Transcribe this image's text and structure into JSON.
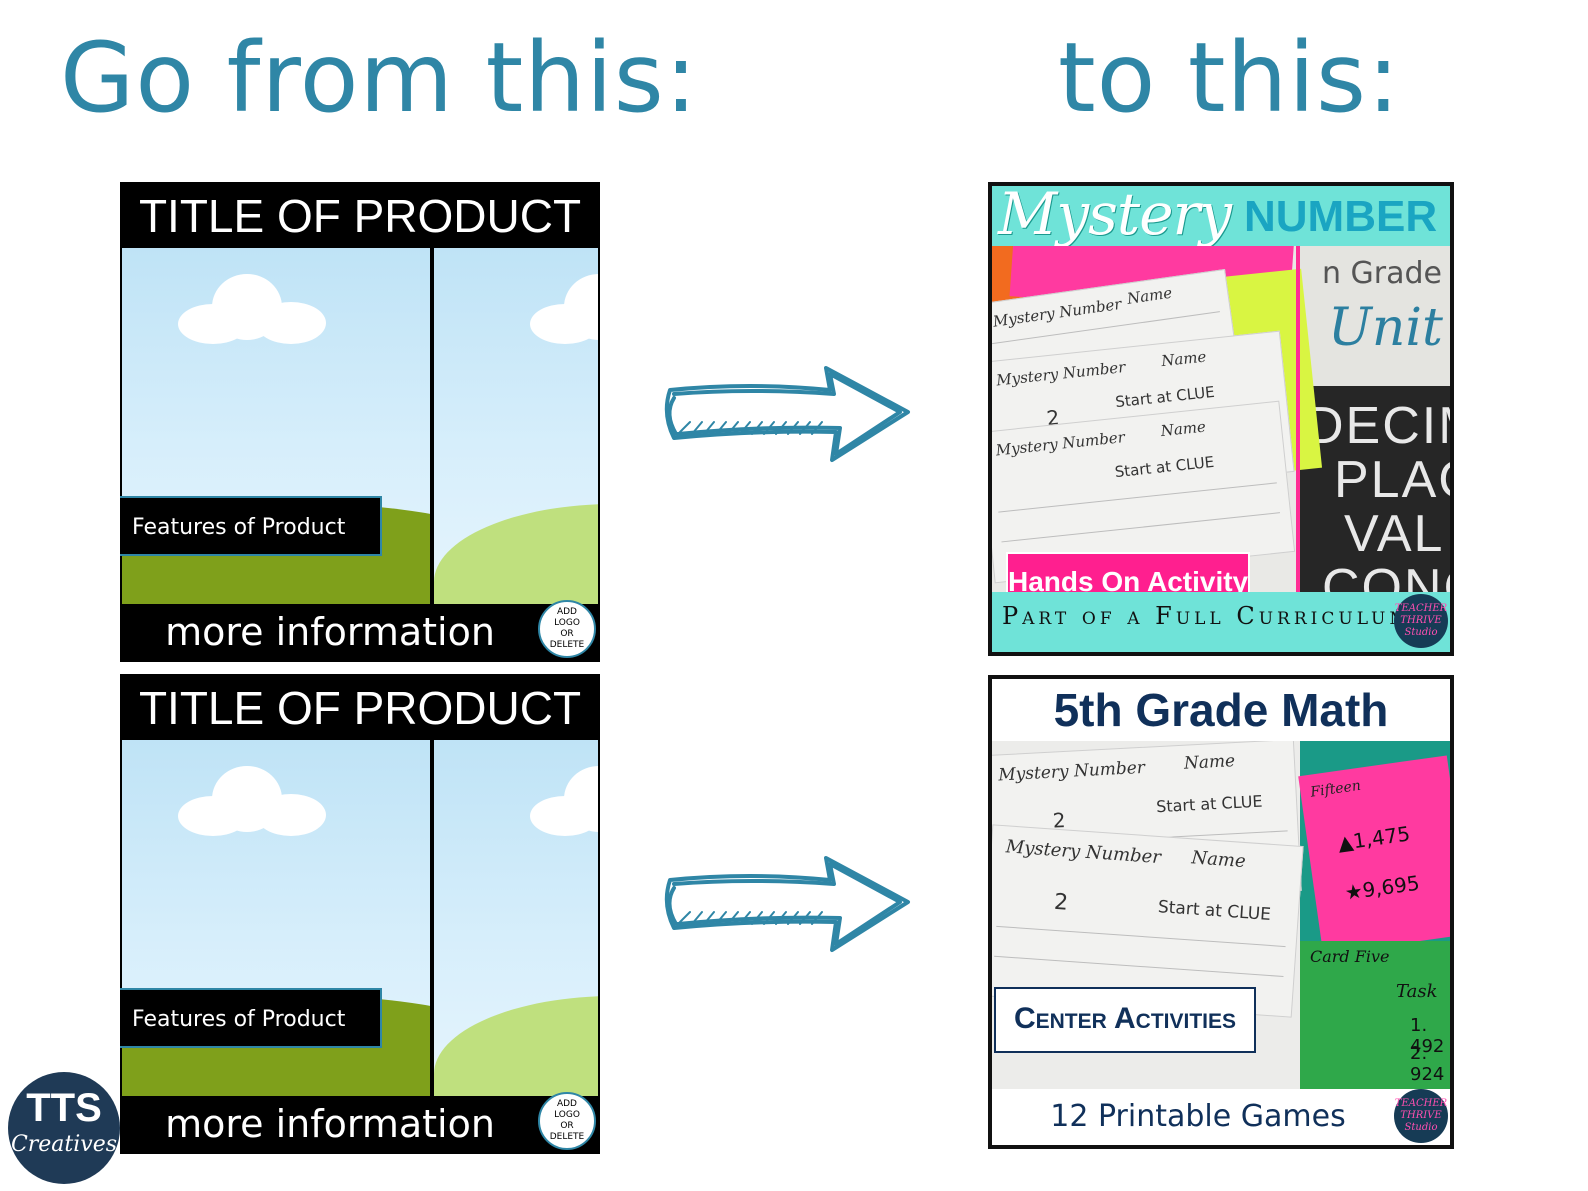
{
  "headings": {
    "left": "Go from this:",
    "right": "to this:"
  },
  "template": {
    "title": "TITLE OF PRODUCT",
    "features": "Features of Product",
    "more": "more information",
    "logo_placeholder": "ADD\nLOGO\nOR\nDELETE"
  },
  "result1": {
    "title_script": "Mystery",
    "title_bold": "NUMBER",
    "badge": "Hands On Activity",
    "footer": "Part of a Full Curriculum",
    "photo_text": {
      "unit_line": "n Grade M",
      "unit_big": "Unit",
      "dark_lines": [
        "DECIM",
        "PLAC",
        "VAL",
        "CONC"
      ],
      "paper_lines": [
        "Mystery Number",
        "Name",
        "Start at CLUE",
        "2"
      ]
    },
    "studio_logo": "TEACHER\nTHRIVE\nStudio"
  },
  "result2": {
    "title": "5th Grade Math",
    "badge": "Center Activities",
    "footer": "12 Printable Games",
    "photo_text": {
      "paper_lines": [
        "Mystery Number",
        "Name",
        "Start at CLUE",
        "2"
      ],
      "pink_card": [
        "Fifteen",
        "▲1,475",
        "★9,695"
      ],
      "green_card": [
        "Card Five",
        "Task",
        "1. 492",
        "2. 924"
      ]
    },
    "studio_logo": "TEACHER\nTHRIVE\nStudio"
  },
  "brand_logo": {
    "top": "TTS",
    "bottom": "Creatives"
  },
  "colors": {
    "heading": "#2f86a6",
    "teal_bar": "#6fe3d8",
    "navy": "#10305a",
    "pink": "#ff1f8f"
  }
}
